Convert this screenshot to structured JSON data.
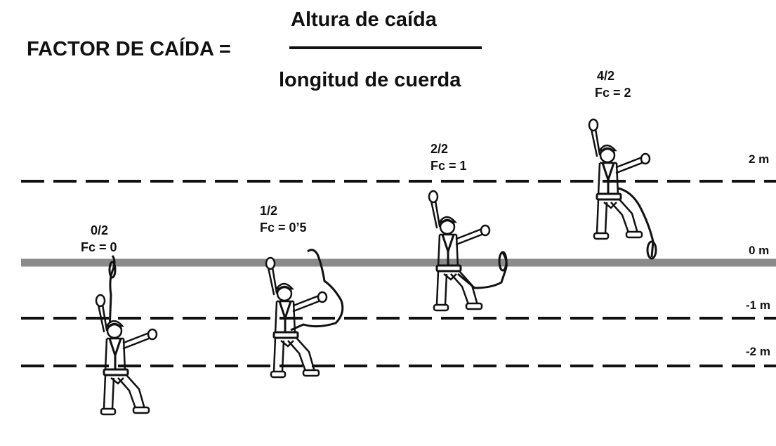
{
  "formula": {
    "lhs": "FACTOR DE CAÍDA =",
    "numerator": "Altura de caída",
    "denominator": "longitud de cuerda"
  },
  "levels": [
    {
      "label": "2 m",
      "style": "dashed"
    },
    {
      "label": "0 m",
      "style": "solid-gray"
    },
    {
      "label": "-1 m",
      "style": "dashed"
    },
    {
      "label": "-2 m",
      "style": "dashed"
    }
  ],
  "cases": [
    {
      "ratio": "0/2",
      "factor": "Fc = 0"
    },
    {
      "ratio": "1/2",
      "factor": "Fc = 0’5"
    },
    {
      "ratio": "2/2",
      "factor": "Fc = 1"
    },
    {
      "ratio": "4/2",
      "factor": "Fc = 2"
    }
  ],
  "colors": {
    "ink": "#111111",
    "anchor_line": "#8a8a8a",
    "background": "#ffffff"
  }
}
